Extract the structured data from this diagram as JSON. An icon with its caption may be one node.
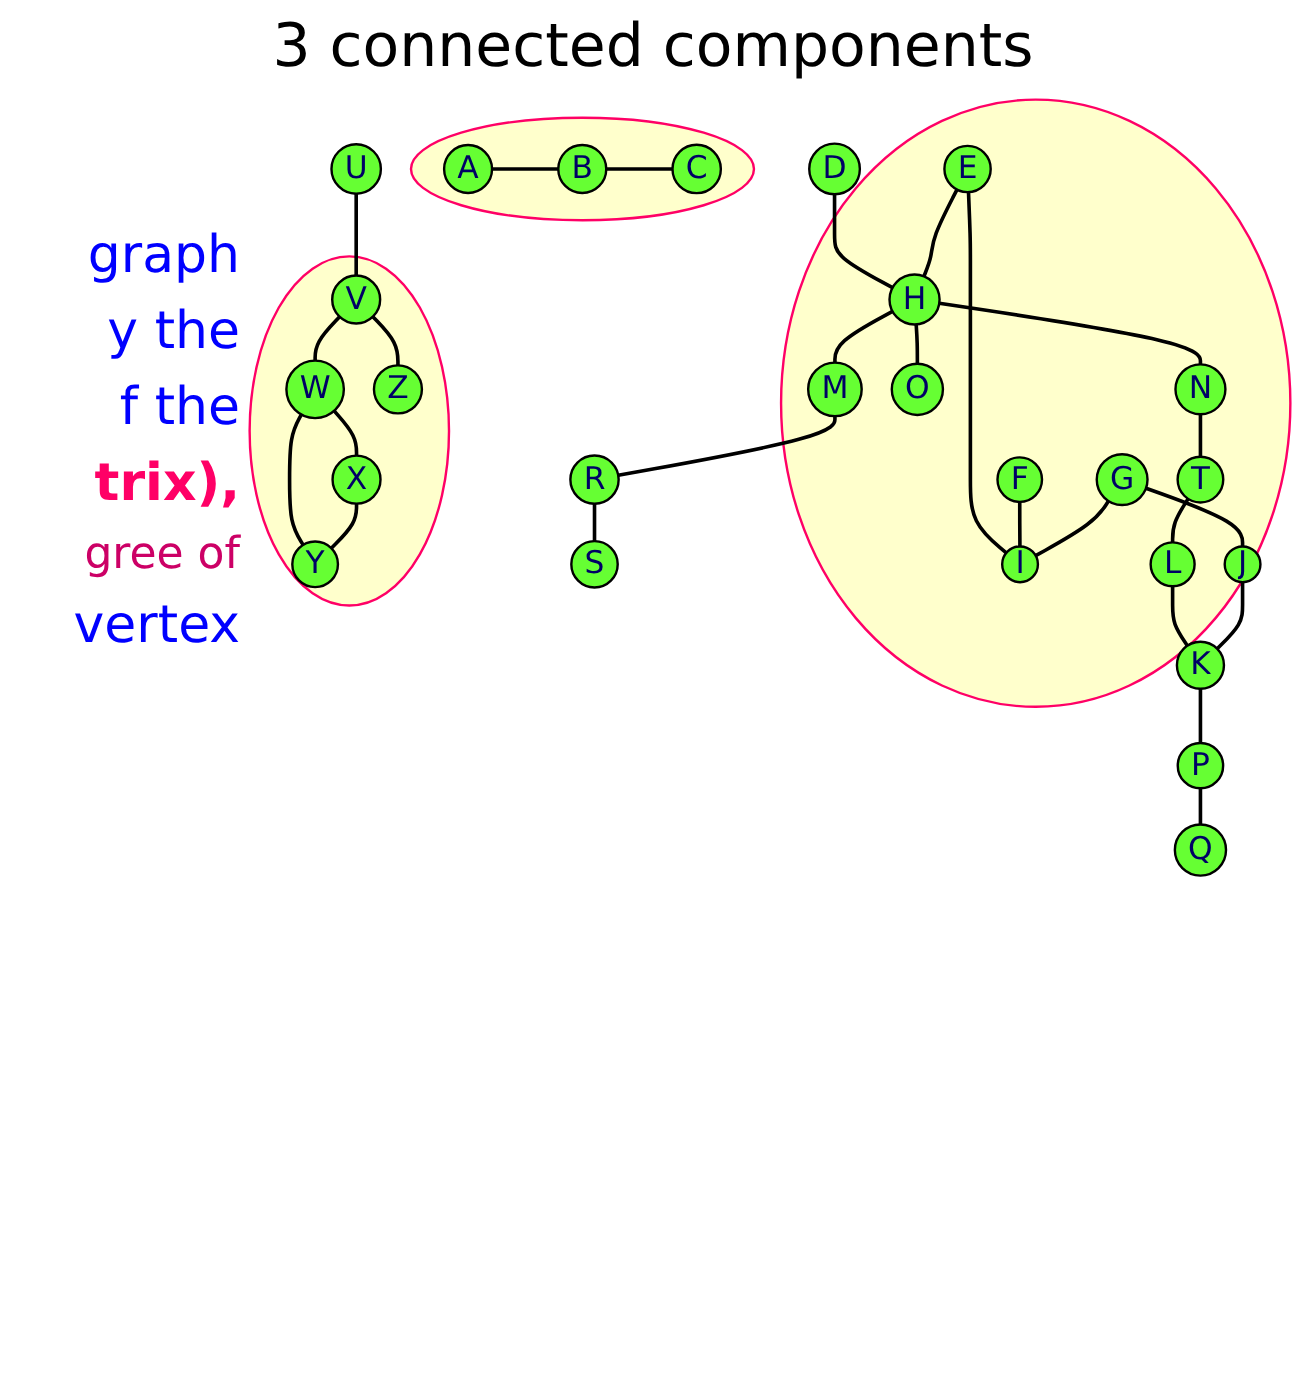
{
  "diagram": {
    "title": "3 connected components",
    "nodes": [
      {
        "text": [],
        "shape": "ellipse"
      },
      {
        "text": [
          "A"
        ],
        "in": 0
      },
      {
        "text": [
          "B"
        ],
        "in": 0
      },
      {
        "text": [
          "C"
        ],
        "in": 0
      },
      {
        "text": [],
        "shape": "ellipse"
      },
      {
        "text": [
          "D"
        ],
        "in": 4
      },
      {
        "text": [
          "E"
        ],
        "in": 4
      },
      {
        "text": [
          "F"
        ],
        "in": 4
      },
      {
        "text": [
          "G"
        ],
        "in": 4
      },
      {
        "text": [
          "H"
        ],
        "in": 4
      },
      {
        "text": [
          "I"
        ],
        "in": 4
      },
      {
        "text": [
          "J"
        ],
        "in": 4
      },
      {
        "text": [
          "M"
        ],
        "in": 4
      },
      {
        "text": [
          "O"
        ],
        "in": 4
      },
      {
        "text": [
          "N"
        ],
        "in": 4
      },
      {
        "text": [
          "L"
        ],
        "in": 4
      },
      {
        "text": [
          "K"
        ],
        "in": 4
      },
      {
        "text": [
          "R"
        ]
      },
      {
        "text": [
          "T"
        ],
        "in": 4
      },
      {
        "text": [
          "P"
        ]
      },
      {
        "text": [
          "Q"
        ]
      },
      {
        "text": [
          "S"
        ]
      },
      {
        "text": [
          "U"
        ]
      },
      {
        "text": [],
        "shape": "ellipse"
      },
      {
        "text": [
          "X"
        ],
        "in": 23
      },
      {
        "text": [
          "V"
        ],
        "in": 23
      },
      {
        "text": [
          "W"
        ],
        "in": 23
      },
      {
        "text": [
          "Z"
        ],
        "in": 23
      },
      {
        "text": [
          "Y"
        ],
        "in": 23
      }
    ],
    "edges": [
      {
        "from": 1,
        "to": 2,
        "arrow": "none"
      },
      {
        "from": 2,
        "to": 3,
        "arrow": "none"
      },
      {
        "from": 5,
        "to": 9,
        "arrow": "none"
      },
      {
        "from": 6,
        "to": 9,
        "arrow": "none"
      },
      {
        "from": 6,
        "to": 10,
        "arrow": "none"
      },
      {
        "from": 7,
        "to": 10,
        "arrow": "none"
      },
      {
        "from": 8,
        "to": 10,
        "arrow": "none"
      },
      {
        "from": 8,
        "to": 11,
        "arrow": "none"
      },
      {
        "from": 9,
        "to": 12,
        "arrow": "none"
      },
      {
        "from": 9,
        "to": 13,
        "arrow": "none"
      },
      {
        "from": 9,
        "to": 14,
        "arrow": "none"
      },
      {
        "from": 12,
        "to": 17,
        "arrow": "none"
      },
      {
        "from": 17,
        "to": 21,
        "arrow": "none"
      },
      {
        "from": 14,
        "to": 18,
        "arrow": "none"
      },
      {
        "from": 18,
        "to": 15,
        "arrow": "none"
      },
      {
        "from": 15,
        "to": 16,
        "arrow": "none"
      },
      {
        "from": 11,
        "to": 16,
        "arrow": "none"
      },
      {
        "from": 16,
        "to": 19,
        "arrow": "none"
      },
      {
        "from": 19,
        "to": 20,
        "arrow": "none"
      },
      {
        "from": 22,
        "to": 25,
        "arrow": "none"
      },
      {
        "from": 25,
        "to": 27,
        "arrow": "none"
      },
      {
        "from": 25,
        "to": 26,
        "arrow": "none"
      },
      {
        "from": 26,
        "to": 24,
        "arrow": "none"
      },
      {
        "from": 26,
        "to": 28,
        "arrow": "none"
      },
      {
        "from": 24,
        "to": 28,
        "arrow": "none"
      }
    ],
    "labels": [
      "graph",
      "y the",
      "f the",
      "trix),",
      "gree of",
      "vertex"
    ]
  }
}
